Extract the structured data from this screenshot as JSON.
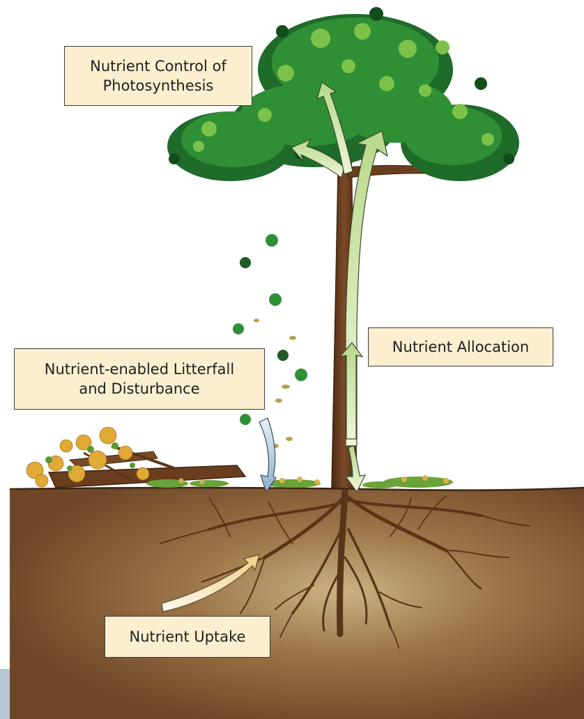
{
  "labels": {
    "photosynthesis": [
      "Nutrient Control of",
      "Photosynthesis"
    ],
    "allocation": [
      "Nutrient Allocation"
    ],
    "litterfall": [
      "Nutrient-enabled Litterfall",
      "and Disturbance"
    ],
    "uptake": [
      "Nutrient Uptake"
    ]
  },
  "colors": {
    "soil": "#7a5230",
    "soil_light": "#b8a070",
    "trunk": "#6b3d1f",
    "canopy_dark": "#1f6b2a",
    "canopy_mid": "#2f8f35",
    "canopy_light": "#7cc24a",
    "arrow_green": "#cfe6a0",
    "arrow_blue": "#b9ccdd",
    "arrow_yellow": "#f6dca0",
    "label_bg": "#fcefd0"
  }
}
